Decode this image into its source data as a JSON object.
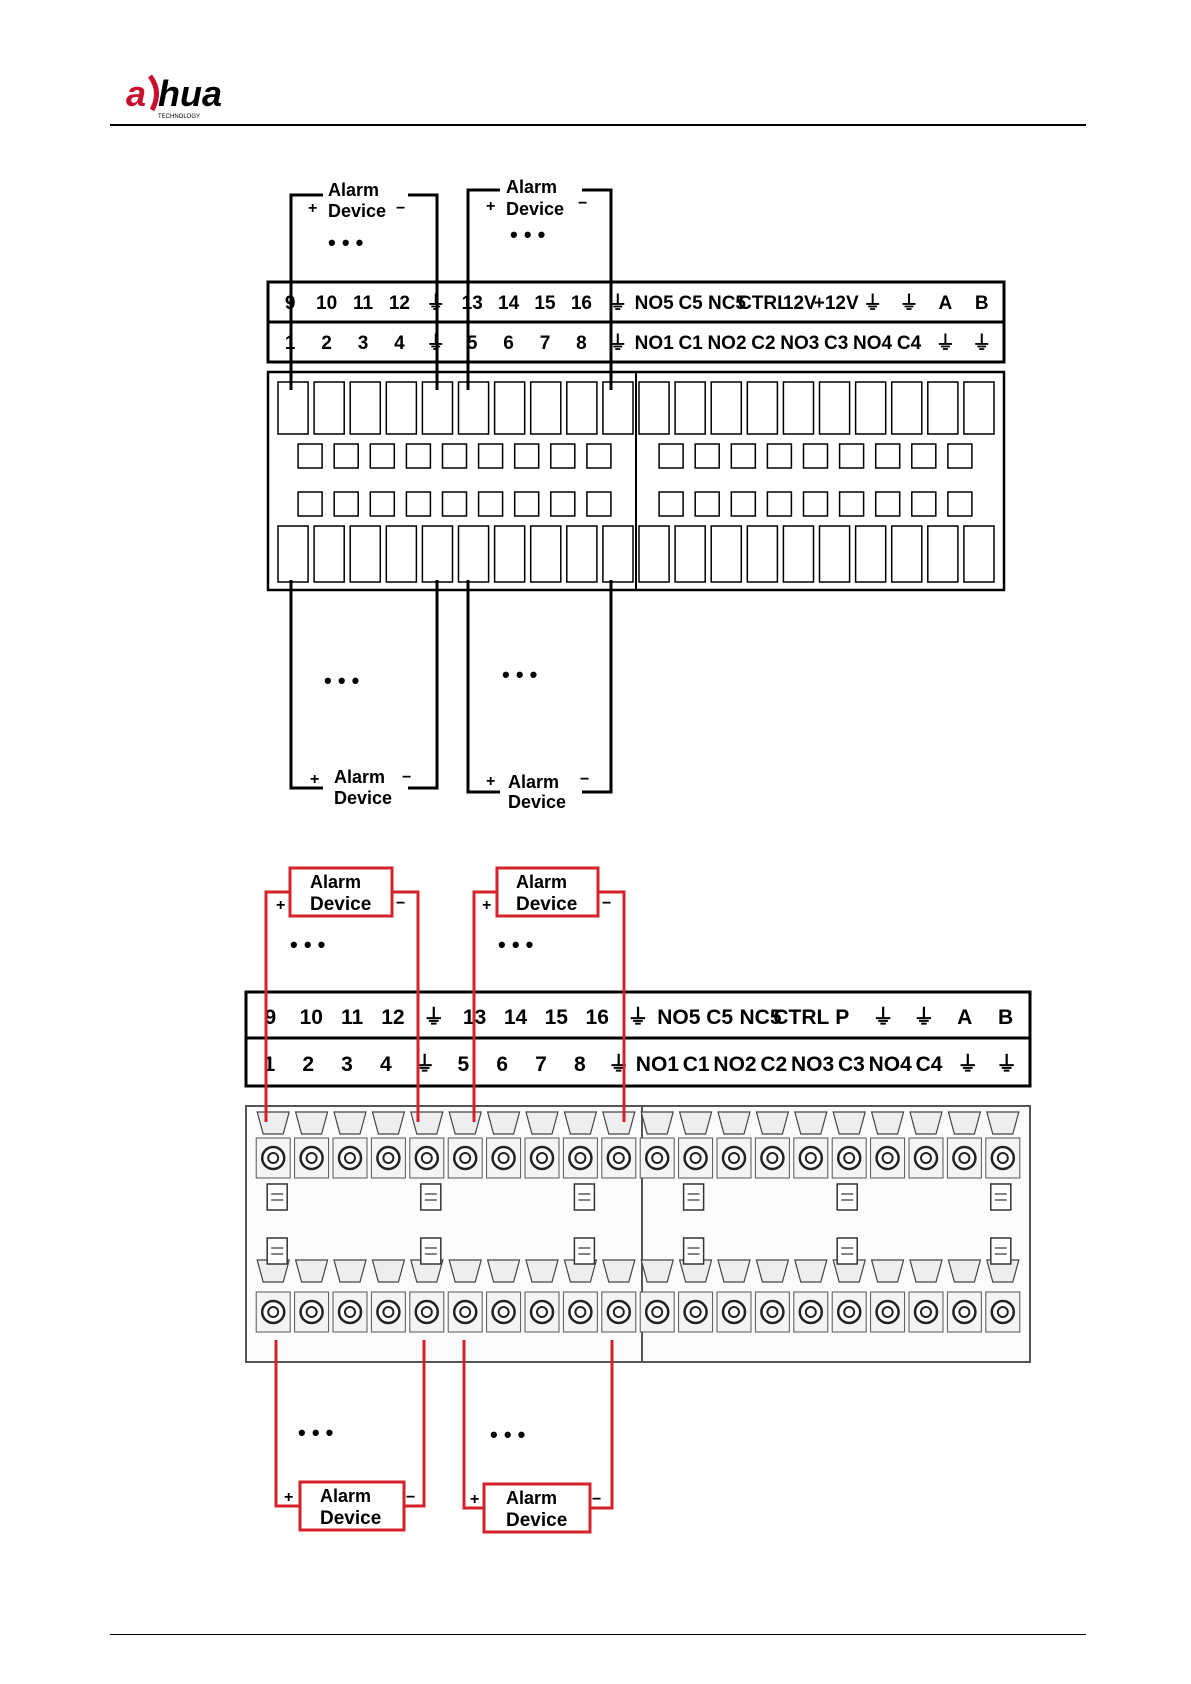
{
  "header": {
    "brand": "alhua",
    "brand_sub": "TECHNOLOGY"
  },
  "diagram1": {
    "top_row": [
      "9",
      "10",
      "11",
      "12",
      "⏚",
      "13",
      "14",
      "15",
      "16",
      "⏚",
      "NO5",
      "C5",
      "NC5",
      "CTRL",
      "12V",
      "+12V",
      "⏚",
      "⏚",
      "A",
      "B"
    ],
    "bottom_row": [
      "1",
      "2",
      "3",
      "4",
      "⏚",
      "5",
      "6",
      "7",
      "8",
      "⏚",
      "NO1",
      "C1",
      "NO2",
      "C2",
      "NO3",
      "C3",
      "NO4",
      "C4",
      "⏚",
      "⏚"
    ],
    "devices": [
      {
        "line1": "Alarm",
        "line2": "Device",
        "plus": "+",
        "minus": "−",
        "dots": "• • •"
      },
      {
        "line1": "Alarm",
        "line2": "Device",
        "plus": "+",
        "minus": "−",
        "dots": "• • •"
      },
      {
        "line1": "Alarm",
        "line2": "Device",
        "plus": "+",
        "minus": "−",
        "dots": "• • •"
      },
      {
        "line1": "Alarm",
        "line2": "Device",
        "plus": "+",
        "minus": "−",
        "dots": "• • •"
      }
    ]
  },
  "diagram2": {
    "top_row": [
      "9",
      "10",
      "11",
      "12",
      "⏚",
      "13",
      "14",
      "15",
      "16",
      "⏚",
      "NO5",
      "C5",
      "NC5",
      "CTRL",
      "P",
      "⏚",
      "⏚",
      "A",
      "B"
    ],
    "bottom_row": [
      "1",
      "2",
      "3",
      "4",
      "⏚",
      "5",
      "6",
      "7",
      "8",
      "⏚",
      "NO1",
      "C1",
      "NO2",
      "C2",
      "NO3",
      "C3",
      "NO4",
      "C4",
      "⏚",
      "⏚"
    ],
    "devices": [
      {
        "line1": "Alarm",
        "line2": "Device",
        "plus": "+",
        "minus": "−",
        "dots": "• • •"
      },
      {
        "line1": "Alarm",
        "line2": "Device",
        "plus": "+",
        "minus": "−",
        "dots": "• • •"
      },
      {
        "line1": "Alarm",
        "line2": "Device",
        "plus": "+",
        "minus": "−",
        "dots": "• • •"
      },
      {
        "line1": "Alarm",
        "line2": "Device",
        "plus": "+",
        "minus": "−",
        "dots": "• • •"
      }
    ],
    "wire_color": "#d6202a"
  }
}
